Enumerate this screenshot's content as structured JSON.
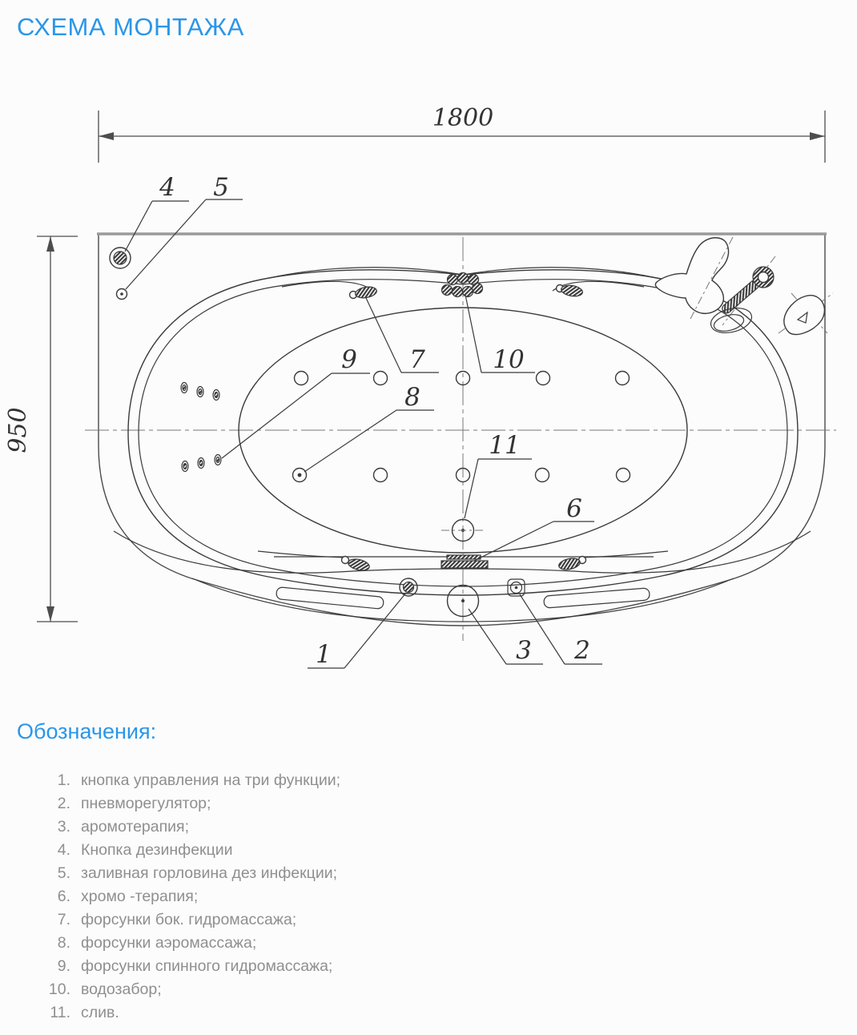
{
  "title": "СХЕМА МОНТАЖА",
  "diagram": {
    "width_label": "1800",
    "height_label": "950",
    "callouts": {
      "c1": "1",
      "c2": "2",
      "c3": "3",
      "c4": "4",
      "c5": "5",
      "c6": "6",
      "c7": "7",
      "c8": "8",
      "c9": "9",
      "c10": "10",
      "c11": "11"
    }
  },
  "legend": {
    "heading": "Обозначения:",
    "items": [
      {
        "num": "1.",
        "text": "кнопка управления на три функции;"
      },
      {
        "num": "2.",
        "text": "пневморегулятор;"
      },
      {
        "num": "3.",
        "text": "аромотерапия;"
      },
      {
        "num": "4.",
        "text": "Кнопка дезинфекции"
      },
      {
        "num": "5.",
        "text": "заливная горловина дез инфекции;"
      },
      {
        "num": "6.",
        "text": "хромо -терапия;"
      },
      {
        "num": "7.",
        "text": "форсунки бок. гидромассажа;"
      },
      {
        "num": "8.",
        "text": "форсунки аэромассажа;"
      },
      {
        "num": "9.",
        "text": "форсунки спинного гидромассажа;"
      },
      {
        "num": "10.",
        "text": "водозабор;"
      },
      {
        "num": "11.",
        "text": "слив."
      }
    ]
  },
  "colors": {
    "accent": "#2b96e8",
    "line": "#3a3a3a",
    "legend_text": "#8f8f8f"
  }
}
